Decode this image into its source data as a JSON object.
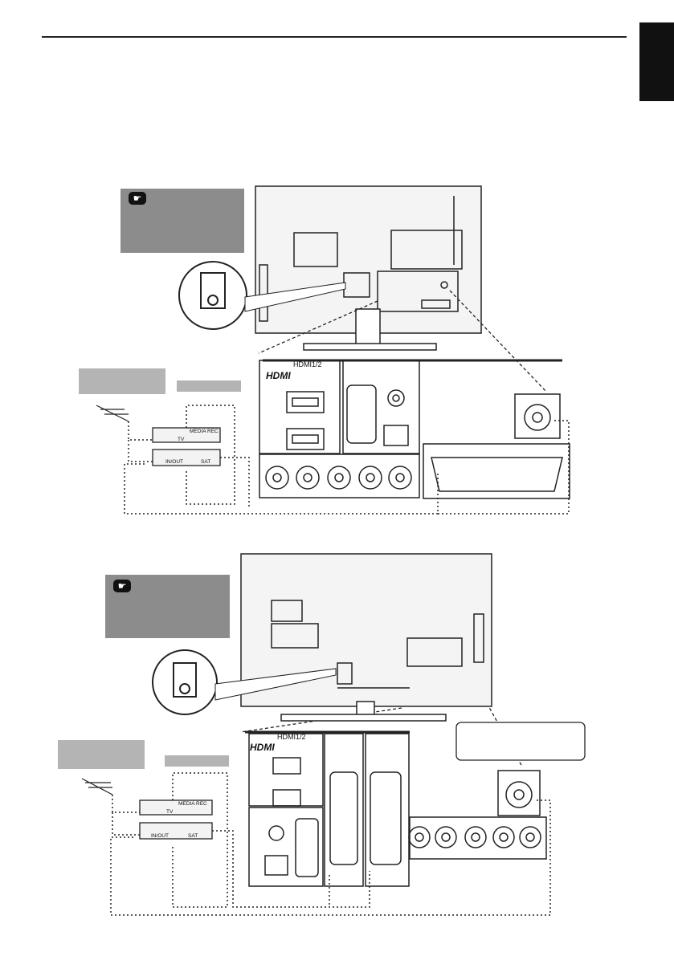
{
  "page": {
    "side_tab_color": "#111111",
    "note_box_color": "#8c8c8c",
    "label_box_color": "#b4b4b4"
  },
  "diagram1": {
    "hdmi_label": "HDMI1/2",
    "hdmi_logo": "HDMI",
    "recorder": {
      "top": "MEDIA REC",
      "left": "TV"
    },
    "satellite": {
      "left": "IN/OUT",
      "right": "SAT"
    }
  },
  "diagram2": {
    "hdmi_label": "HDMI1/2",
    "hdmi_logo": "HDMI",
    "recorder": {
      "top": "MEDIA REC",
      "left": "TV"
    },
    "satellite": {
      "left": "IN/OUT",
      "right": "SAT"
    }
  }
}
